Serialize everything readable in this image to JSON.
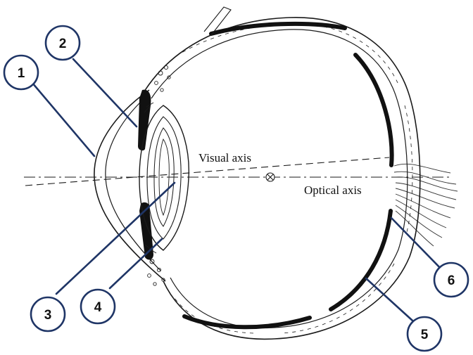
{
  "diagram": {
    "labels": {
      "visual_axis": "Visual axis",
      "optical_axis": "Optical axis"
    },
    "callouts": [
      "1",
      "2",
      "3",
      "4",
      "5",
      "6"
    ],
    "colors": {
      "callout_stroke": "#1f3566",
      "outline": "#1a1a1a",
      "fill": "#ffffff"
    }
  }
}
